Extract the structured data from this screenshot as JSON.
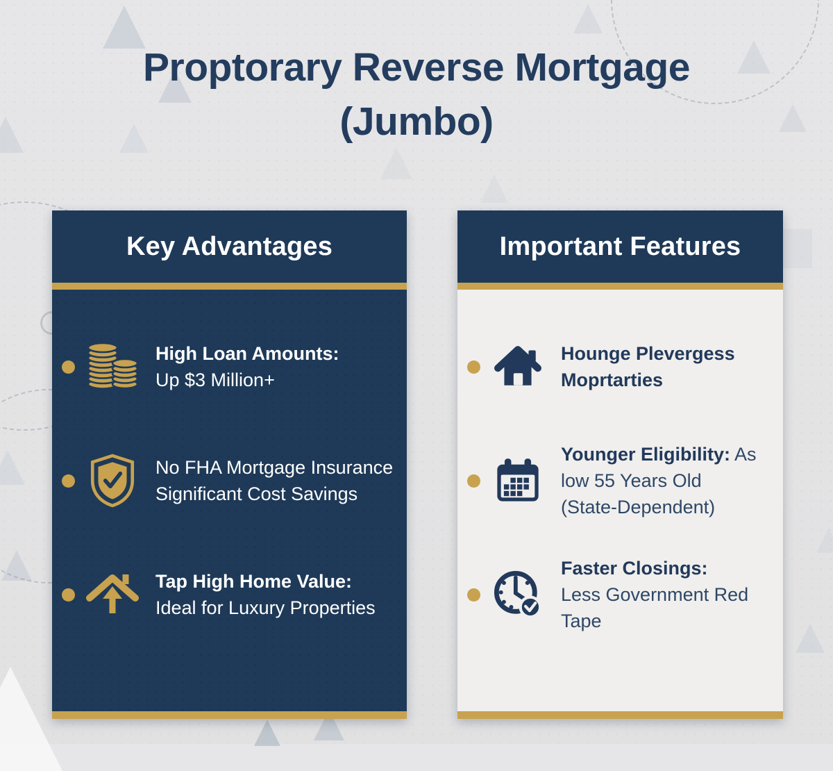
{
  "page": {
    "title_line1": "Proptorary Reverse Mortgage",
    "title_line2": "(Jumbo)"
  },
  "colors": {
    "navy": "#1F3A58",
    "navy_text": "#243D5E",
    "gold": "#C8A24F",
    "light_card_bg": "#F0EFED",
    "page_bg": "#E4E4E5",
    "white_text": "#FFFFFF"
  },
  "cards": [
    {
      "title": "Key Advantages",
      "theme": "dark",
      "items": [
        {
          "icon": "coin-stacks-icon",
          "bold": "High Loan Amounts:",
          "regular": "Up $3 Million+"
        },
        {
          "icon": "shield-check-icon",
          "bold": "",
          "regular": "No FHA Mortgage Insurance\nSignificant Cost Savings"
        },
        {
          "icon": "house-arrow-up-icon",
          "bold": "Tap High Home Value:",
          "regular": "Ideal for Luxury Properties"
        }
      ]
    },
    {
      "title": "Important Features",
      "theme": "light",
      "items": [
        {
          "icon": "house-icon",
          "bold": "Hounge Plevergess\nMoprtarties",
          "regular": ""
        },
        {
          "icon": "calendar-icon",
          "bold": "Younger Eligibility:",
          "regular": " As\nlow 55 Years Old\n(State-Dependent)"
        },
        {
          "icon": "clock-check-icon",
          "bold": "Faster Closings:",
          "regular": "Less Government Red\nTape"
        }
      ]
    }
  ]
}
